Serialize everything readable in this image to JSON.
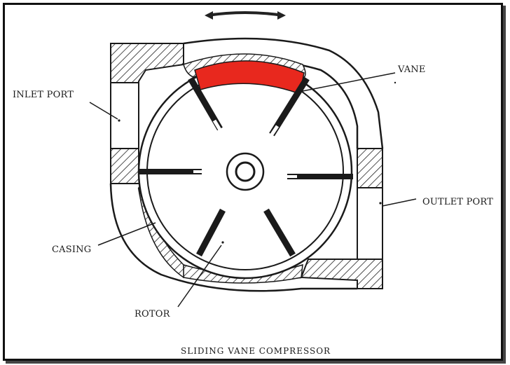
{
  "diagram": {
    "caption": "SLIDING VANE COMPRESSOR",
    "labels": {
      "inlet_port": "INLET PORT",
      "vane": "VANE",
      "outlet_port": "OUTLET PORT",
      "casing": "CASING",
      "rotor": "ROTOR"
    },
    "colors": {
      "highlight": "#e8281e",
      "ink": "#1a1a1a",
      "background": "#ffffff"
    }
  }
}
